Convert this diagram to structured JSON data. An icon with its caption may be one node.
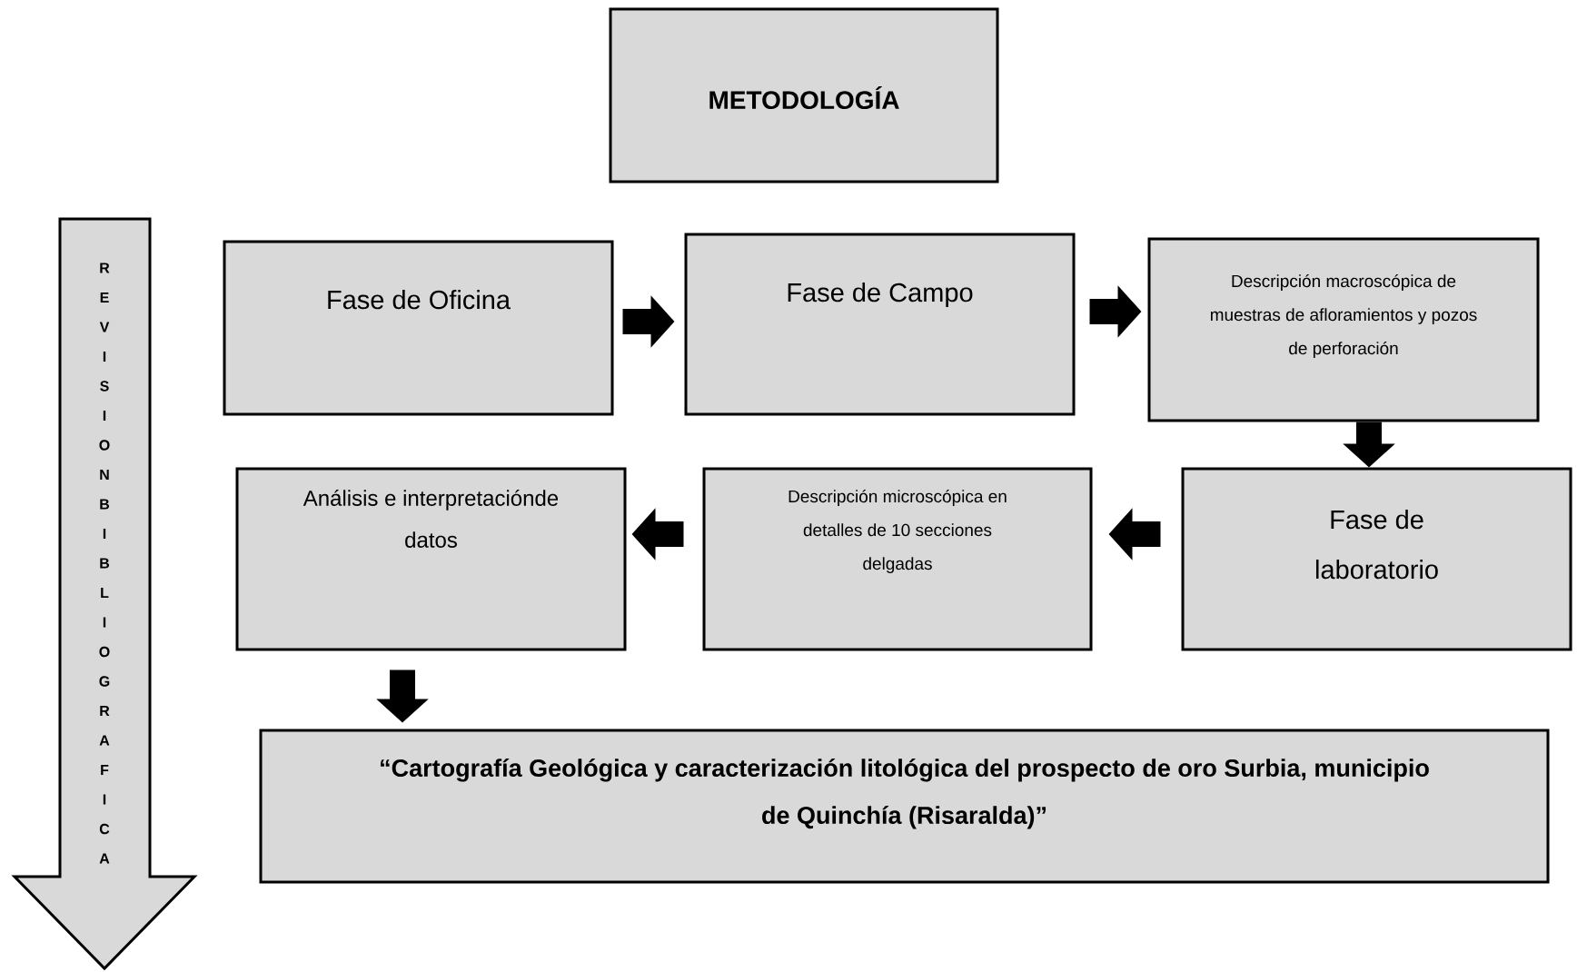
{
  "diagram": {
    "nodes": [
      {
        "text": [
          "METODOLOGÍA"
        ]
      },
      {
        "text": [
          "R E V I S I O N B I B L I O G R A F I C A"
        ]
      },
      {
        "text": [
          "Fase de Oficina"
        ]
      },
      {
        "text": [
          "Fase de Campo"
        ]
      },
      {
        "text": [
          "Descripción macroscópica de muestras de afloramientos y pozos de perforación"
        ]
      },
      {
        "text": [
          "Análisis e interpretaciónde datos"
        ]
      },
      {
        "text": [
          "Descripción microscópica en detalles de 10 secciones delgadas"
        ]
      },
      {
        "text": [
          "Fase de laboratorio"
        ]
      },
      {
        "text": [
          "“Cartografía Geológica y caracterización litológica del prospecto de oro Surbia, municipio de Quinchía (Risaralda)”"
        ]
      }
    ],
    "edges": [
      {
        "from": 2,
        "to": 3,
        "arrow": "to"
      },
      {
        "from": 3,
        "to": 4,
        "arrow": "to"
      },
      {
        "from": 4,
        "to": 7,
        "arrow": "to"
      },
      {
        "from": 7,
        "to": 6,
        "arrow": "to"
      },
      {
        "from": 6,
        "to": 5,
        "arrow": "to"
      },
      {
        "from": 5,
        "to": 8,
        "arrow": "to"
      }
    ]
  }
}
